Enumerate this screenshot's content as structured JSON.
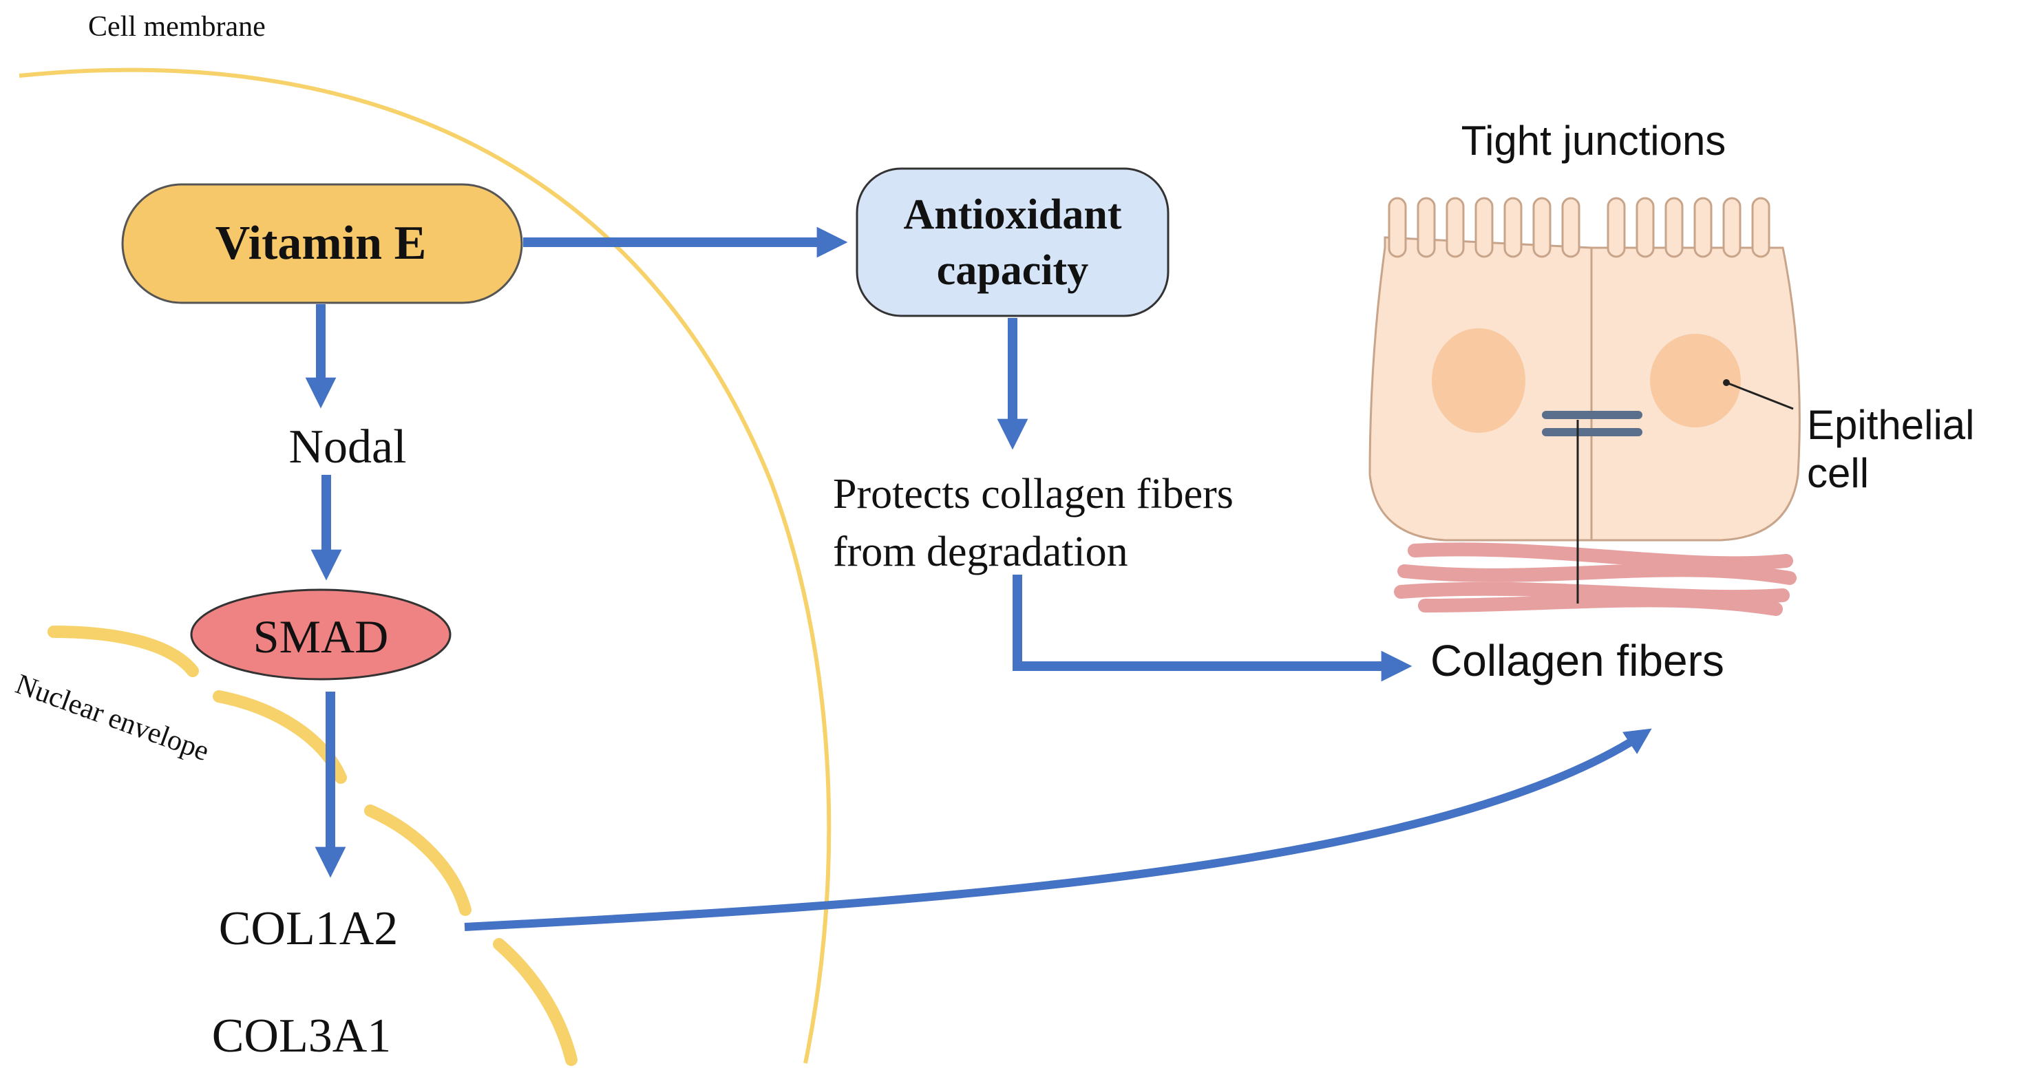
{
  "labels": {
    "cell_membrane": "Cell membrane",
    "nuclear_envelope": "Nuclear envelope",
    "vitamin_e": "Vitamin E",
    "antioxidant_line1": "Antioxidant",
    "antioxidant_line2": "capacity",
    "nodal": "Nodal",
    "smad": "SMAD",
    "col1a2": "COL1A2",
    "col3a1": "COL3A1",
    "protects_line1": "Protects collagen fibers",
    "protects_line2": "from degradation",
    "tight_junctions": "Tight junctions",
    "epithelial_line1": "Epithelial",
    "epithelial_line2": "cell",
    "collagen_fibers": "Collagen fibers"
  },
  "colors": {
    "arrow": "#4472c4",
    "membrane": "#f7d26a",
    "vitamin_fill": "#f7c86a",
    "antioxidant_fill": "#d6e4f7",
    "smad_fill": "#ef8383",
    "cell_fill": "#fbe3cf",
    "nucleus": "#f9c9a2",
    "fiber": "#e7a0a0",
    "junction": "#5a6f8c"
  }
}
